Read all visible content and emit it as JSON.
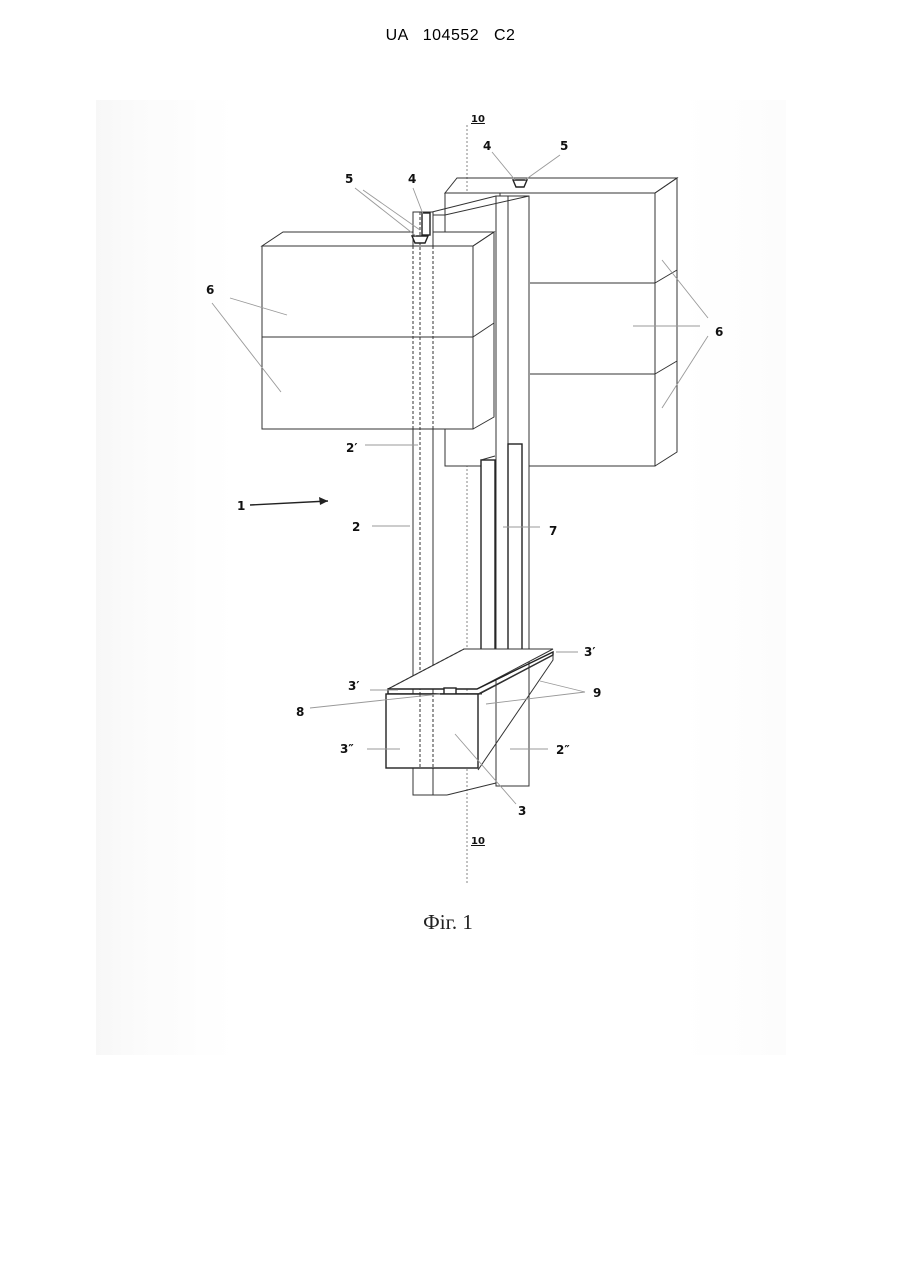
{
  "header": {
    "text": "UA   104552   C2"
  },
  "figure": {
    "caption": "Фіг. 1",
    "labels": {
      "axis_top": "10",
      "axis_bottom": "10",
      "l1": "1",
      "l2": "2",
      "l2p": "2′",
      "l2pp": "2″",
      "l3": "3",
      "l3p_left": "3′",
      "l3p_right": "3′",
      "l3pp": "3″",
      "l4_left": "4",
      "l4_right": "4",
      "l5_left": "5",
      "l5_right": "5",
      "l6_left": "6",
      "l6_right": "6",
      "l7": "7",
      "l8": "8",
      "l9": "9"
    }
  }
}
